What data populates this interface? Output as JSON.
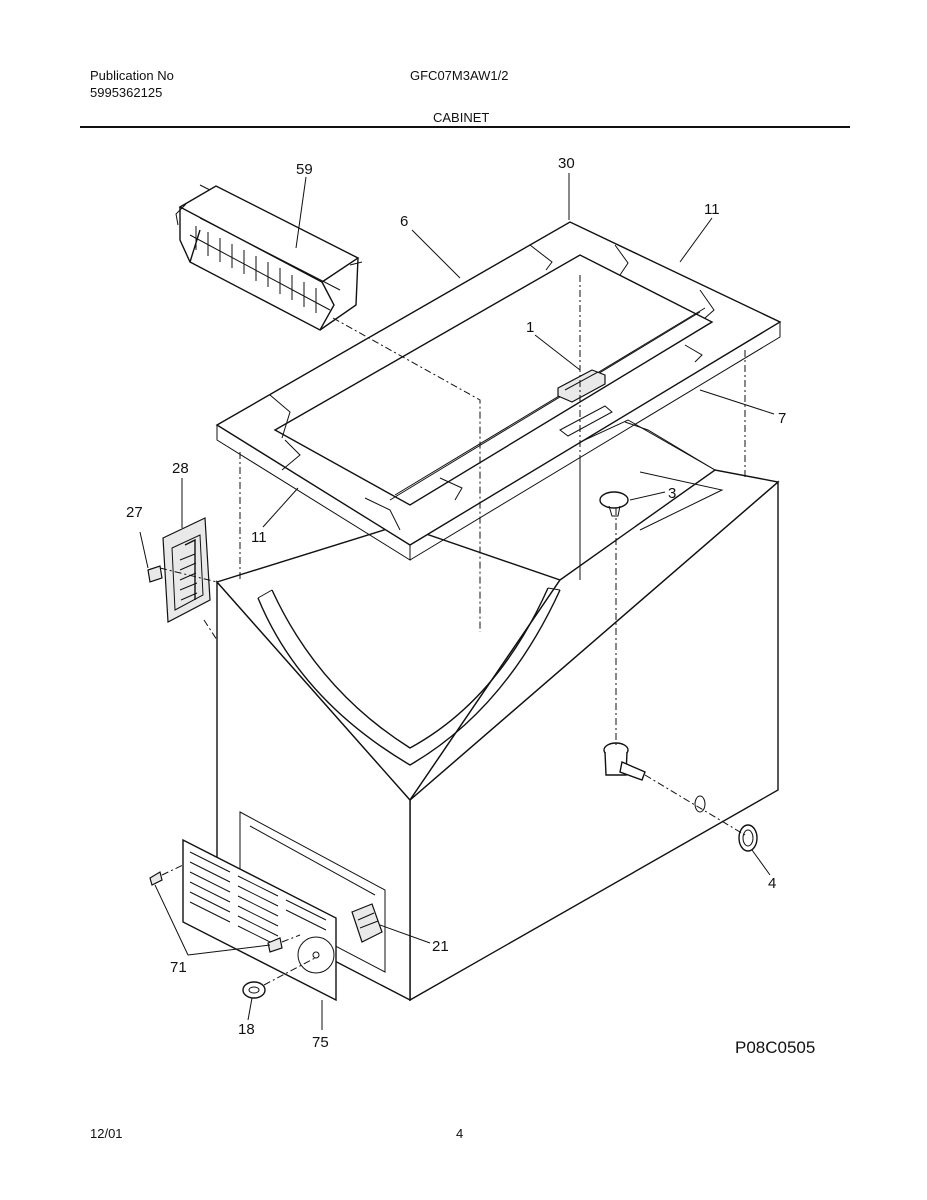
{
  "header": {
    "publication_label": "Publication No",
    "publication_number": "5995362125",
    "model": "GFC07M3AW1/2",
    "section_title": "CABINET"
  },
  "callouts": {
    "c59": "59",
    "c30": "30",
    "c6": "6",
    "c11_top": "11",
    "c1": "1",
    "c7": "7",
    "c3": "3",
    "c28": "28",
    "c27": "27",
    "c11_left": "11",
    "c4": "4",
    "c21": "21",
    "c71": "71",
    "c18": "18",
    "c75": "75"
  },
  "diagram_code": "P08C0505",
  "footer": {
    "date": "12/01",
    "page": "4"
  }
}
